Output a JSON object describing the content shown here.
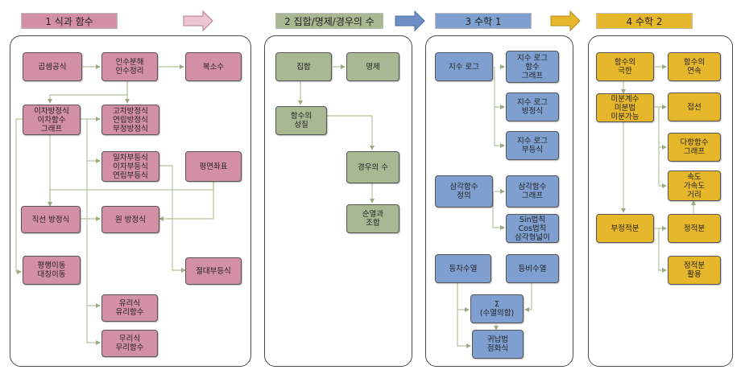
{
  "colors": {
    "pink": "#d38fa6",
    "green": "#a7b892",
    "blue": "#7f9fd0",
    "yellow": "#e6b72a",
    "line": "#b5c39f",
    "arrow_pink": "#d38fa6",
    "arrow_blue": "#6d8fc6",
    "arrow_yellow": "#e6b72a"
  },
  "headers": [
    {
      "id": "h1",
      "label": "1 식과 함수",
      "color": "#d38fa6"
    },
    {
      "id": "h2",
      "label": "2 집합/명제/경우의 수",
      "color": "#a7b892"
    },
    {
      "id": "h3",
      "label": "3 수학 1",
      "color": "#7f9fd0"
    },
    {
      "id": "h4",
      "label": "4 수학 2",
      "color": "#e6b72a"
    }
  ],
  "nodes": [
    {
      "id": "n_gopsem",
      "label": "곱셈공식",
      "color": "#d38fa6"
    },
    {
      "id": "n_insu",
      "label": "인수분해\n인수정리",
      "color": "#d38fa6"
    },
    {
      "id": "n_boksosu",
      "label": "복소수",
      "color": "#d38fa6"
    },
    {
      "id": "n_ichabang",
      "label": "이차방정식\n이차함수\n그래프",
      "color": "#d38fa6"
    },
    {
      "id": "n_gocha",
      "label": "고차방정식\n연립방정식\n부정방정식",
      "color": "#d38fa6"
    },
    {
      "id": "n_ilcha",
      "label": "일차부등식\n이차부등식\n연립부등식",
      "color": "#d38fa6"
    },
    {
      "id": "n_pyeong",
      "label": "평면좌표",
      "color": "#d38fa6"
    },
    {
      "id": "n_jikseon",
      "label": "직선 방정식",
      "color": "#d38fa6"
    },
    {
      "id": "n_won",
      "label": "원 방정식",
      "color": "#d38fa6"
    },
    {
      "id": "n_pyeonghaeng",
      "label": "평행이동\n대칭이동",
      "color": "#d38fa6"
    },
    {
      "id": "n_jeoldae",
      "label": "절대부등식",
      "color": "#d38fa6"
    },
    {
      "id": "n_yuri",
      "label": "유리식\n유리함수",
      "color": "#d38fa6"
    },
    {
      "id": "n_muri",
      "label": "무리식\n무리함수",
      "color": "#d38fa6"
    },
    {
      "id": "n_jiphap",
      "label": "집합",
      "color": "#a7b892"
    },
    {
      "id": "n_myeongje",
      "label": "명제",
      "color": "#a7b892"
    },
    {
      "id": "n_hamsu_seong",
      "label": "함수의\n성질",
      "color": "#a7b892"
    },
    {
      "id": "n_gyeongu",
      "label": "경우의 수",
      "color": "#a7b892"
    },
    {
      "id": "n_suntol",
      "label": "순열과\n조합",
      "color": "#a7b892"
    },
    {
      "id": "n_jisu",
      "label": "지수 로그",
      "color": "#7f9fd0"
    },
    {
      "id": "n_jisu_graph",
      "label": "지수 로그\n함수\n그래프",
      "color": "#7f9fd0"
    },
    {
      "id": "n_jisu_bang",
      "label": "지수 로그\n방정식",
      "color": "#7f9fd0"
    },
    {
      "id": "n_jisu_bu",
      "label": "지수 로그\n부등식",
      "color": "#7f9fd0"
    },
    {
      "id": "n_samgak",
      "label": "삼각함수\n정의",
      "color": "#7f9fd0"
    },
    {
      "id": "n_samgak_graph",
      "label": "삼각함수\n그래프",
      "color": "#7f9fd0"
    },
    {
      "id": "n_sin",
      "label": "Sin법칙\nCos법칙\n삼각형넓이",
      "color": "#7f9fd0"
    },
    {
      "id": "n_deungcha",
      "label": "등차수열",
      "color": "#7f9fd0"
    },
    {
      "id": "n_deungbi",
      "label": "등비수열",
      "color": "#7f9fd0"
    },
    {
      "id": "n_sigma",
      "label": "Σ\n(수열의합)",
      "color": "#7f9fd0"
    },
    {
      "id": "n_gwihap",
      "label": "귀납법\n점화식",
      "color": "#7f9fd0"
    },
    {
      "id": "n_geukhan",
      "label": "함수의\n극한",
      "color": "#e6b72a"
    },
    {
      "id": "n_yeonsok",
      "label": "함수의\n연속",
      "color": "#e6b72a"
    },
    {
      "id": "n_mibun",
      "label": "미분계수\n미분법\n미분가능",
      "color": "#e6b72a"
    },
    {
      "id": "n_jeopseon",
      "label": "접선",
      "color": "#e6b72a"
    },
    {
      "id": "n_dahang",
      "label": "다항함수\n그래프",
      "color": "#e6b72a"
    },
    {
      "id": "n_sokdo",
      "label": "속도\n가속도\n거리",
      "color": "#e6b72a"
    },
    {
      "id": "n_bujeong",
      "label": "부정적분",
      "color": "#e6b72a"
    },
    {
      "id": "n_jeongjeok",
      "label": "정적분",
      "color": "#e6b72a"
    },
    {
      "id": "n_jeongjeok_hw",
      "label": "정적분\n활용",
      "color": "#e6b72a"
    }
  ]
}
